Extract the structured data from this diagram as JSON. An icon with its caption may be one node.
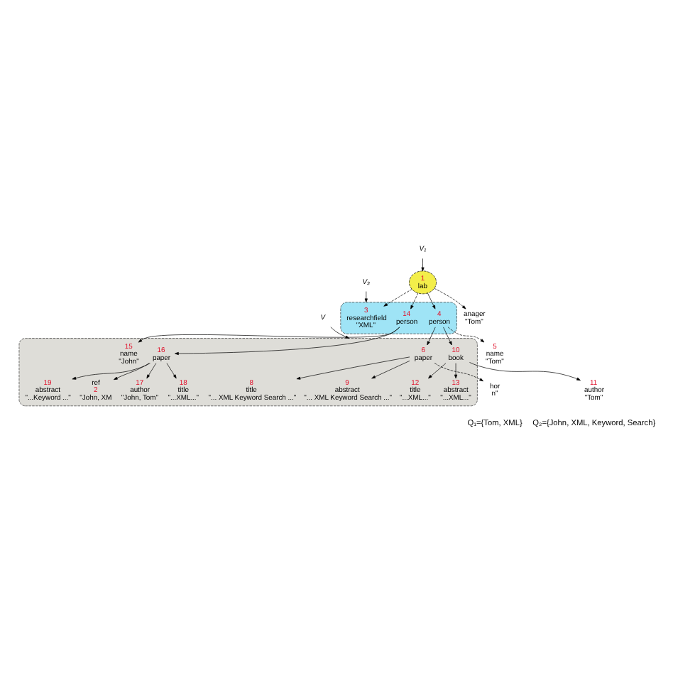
{
  "diagram": {
    "nodes": [
      {
        "text": [
          "1",
          "lab"
        ]
      },
      {
        "text": [
          "V₁"
        ]
      },
      {
        "text": [
          "V₃"
        ]
      },
      {
        "text": [
          "V"
        ]
      },
      {
        "text": [],
        "shape": "box"
      },
      {
        "text": [
          "anager",
          "\"Tom\""
        ]
      },
      {
        "text": [
          "3",
          "researchfield",
          "\"XML\""
        ],
        "in": 4
      },
      {
        "text": [
          "4",
          "person"
        ],
        "in": 4
      },
      {
        "text": [
          "14",
          "person"
        ],
        "in": 4
      },
      {
        "text": [],
        "shape": "box"
      },
      {
        "text": [
          "5",
          "name",
          "\"Tom\""
        ]
      },
      {
        "text": [
          "6",
          "paper"
        ],
        "in": 9
      },
      {
        "text": [
          "hor",
          "n\""
        ]
      },
      {
        "text": [
          "8",
          "title",
          "\"... XML Keyword Search ...\""
        ],
        "in": 9
      },
      {
        "text": [
          "9",
          "abstract",
          "\"... XML Keyword Search ...\""
        ],
        "in": 9
      },
      {
        "text": [
          "10",
          "book"
        ],
        "in": 9
      },
      {
        "text": [
          "11",
          "author",
          "\"Tom\""
        ]
      },
      {
        "text": [
          "12",
          "title",
          "\"...XML...\""
        ],
        "in": 9
      },
      {
        "text": [
          "13",
          "abstract",
          "\"...XML...\""
        ],
        "in": 9
      },
      {
        "text": [
          "15",
          "name",
          "\"John\""
        ],
        "in": 9
      },
      {
        "text": [
          "16",
          "paper"
        ],
        "in": 9
      },
      {
        "text": [
          "17",
          "author",
          "\"John, Tom\""
        ],
        "in": 9
      },
      {
        "text": [
          "18",
          "title",
          "\"...XML...\""
        ],
        "in": 9
      },
      {
        "text": [
          "19",
          "abstract",
          "\"...Keyword ...\""
        ],
        "in": 9
      },
      {
        "text": [
          "ref",
          "2",
          "\"John, XM"
        ],
        "in": 9
      }
    ],
    "edges": [
      {
        "from": 1,
        "to": 0,
        "arrow": "to"
      },
      {
        "from": 0,
        "to": 5,
        "arrow": "to",
        "style": "dashed"
      },
      {
        "from": 0,
        "to": 6,
        "arrow": "to",
        "style": "dashed"
      },
      {
        "from": 0,
        "to": 7,
        "arrow": "to"
      },
      {
        "from": 0,
        "to": 8,
        "arrow": "to",
        "style": "dashed"
      },
      {
        "from": 2,
        "to": 4,
        "arrow": "to"
      },
      {
        "from": 3,
        "to": 9,
        "arrow": "to"
      },
      {
        "from": 7,
        "to": 10,
        "arrow": "to",
        "style": "dashed"
      },
      {
        "from": 7,
        "to": 11,
        "arrow": "to"
      },
      {
        "from": 7,
        "to": 15,
        "arrow": "to"
      },
      {
        "from": 11,
        "to": 12,
        "arrow": "to",
        "style": "dashed"
      },
      {
        "from": 11,
        "to": 13,
        "arrow": "to"
      },
      {
        "from": 11,
        "to": 14,
        "arrow": "to"
      },
      {
        "from": 15,
        "to": 16,
        "arrow": "to"
      },
      {
        "from": 15,
        "to": 17,
        "arrow": "to"
      },
      {
        "from": 15,
        "to": 18,
        "arrow": "to"
      },
      {
        "from": 8,
        "to": 19,
        "arrow": "to"
      },
      {
        "from": 8,
        "to": 20,
        "arrow": "to"
      },
      {
        "from": 20,
        "to": 21,
        "arrow": "to"
      },
      {
        "from": 20,
        "to": 22,
        "arrow": "to"
      },
      {
        "from": 20,
        "to": 23,
        "arrow": "to"
      },
      {
        "from": 20,
        "to": 24,
        "arrow": "to"
      }
    ],
    "labels": [
      "Q₁={Tom, XML}",
      "Q₂={John, XML, Keyword, Search}"
    ]
  }
}
